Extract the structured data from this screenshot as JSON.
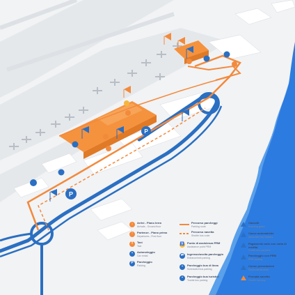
{
  "colors": {
    "sea": "#2c7be0",
    "terminal": "#f5923e",
    "route_orange": "#f28a3c",
    "route_blue": "#2a6fc2",
    "building": "#ffffff",
    "ground": "#e9ecef"
  },
  "legend": {
    "col1": [
      {
        "icon": "arrivals-icon",
        "label": "Arrivi - Piano terra",
        "sub": "Arrivals - Ground floor"
      },
      {
        "icon": "departures-icon",
        "label": "Partenze - Piano primo",
        "sub": "Departures - First floor"
      },
      {
        "icon": "taxi-icon",
        "label": "Taxi",
        "sub": "Taxi"
      },
      {
        "icon": "bus-icon",
        "label": "Autonoleggio",
        "sub": "Car rental"
      },
      {
        "icon": "parking-icon",
        "label": "Parcheggio",
        "sub": "Parking"
      }
    ],
    "col2": [
      {
        "icon": "solid-orange-line",
        "label": "Percorso parcheggi",
        "sub": "Parking route"
      },
      {
        "icon": "dashed-orange-line",
        "label": "Percorso navetta",
        "sub": "Shuttle bus route"
      },
      {
        "icon": "assistance-icon",
        "label": "Punto di assistenza PRM",
        "sub": "Assistance point PRM"
      },
      {
        "icon": "wheelchair-icon",
        "label": "Ingresso/uscita parcheggio",
        "sub": "Entrance/exit parking"
      },
      {
        "icon": "coach-icon",
        "label": "Parcheggio bus di linea",
        "sub": "Scheduled bus parking"
      },
      {
        "icon": "tourist-bus-icon",
        "label": "Parcheggio bus turistici",
        "sub": "Tourist bus parking"
      }
    ],
    "col3": [
      {
        "icon": "flag-icon",
        "label": "Cancelli",
        "sub": "Boarding gates"
      },
      {
        "icon": "flag-icon",
        "label": "Casse automatiche",
        "sub": "Automatic pay stations"
      },
      {
        "icon": "flag-icon",
        "label": "Pagamento auto con carta di credito",
        "sub": "Credit card payment"
      },
      {
        "icon": "flag-icon",
        "label": "Parcheggio con PRM",
        "sub": "PRM parking"
      },
      {
        "icon": "flag-icon",
        "label": "Conse prenotazioni",
        "sub": "Reservations desk"
      },
      {
        "icon": "flag-orange-icon",
        "label": "Fermata navetta",
        "sub": "Shuttle bus stop"
      }
    ]
  }
}
